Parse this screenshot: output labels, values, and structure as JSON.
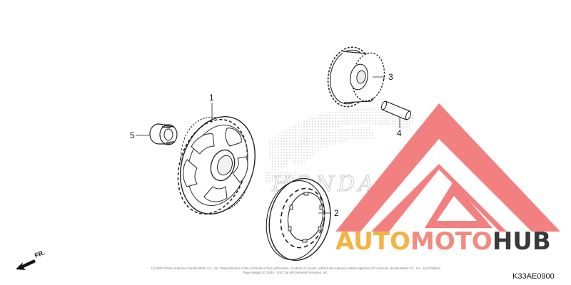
{
  "diagram": {
    "parts": [
      {
        "number": "1",
        "name": ""
      },
      {
        "number": "2",
        "name": ""
      },
      {
        "number": "3",
        "name": ""
      },
      {
        "number": "4",
        "name": ""
      },
      {
        "number": "5",
        "name": ""
      }
    ],
    "diagram_code": "K33AE0900",
    "front_indicator": "FR.",
    "copyright_line1": "(c) 2003-2019 American Honda Motor Co., Inc. Reproduction of the contents of this publication, in whole or in part, without the express written approval of American Honda Motor Co., Inc. is prohibited.",
    "copyright_line2": "Page design (c) 2004 - 2017 by ARI Network Services, Inc."
  },
  "watermark": {
    "part1": "AUTO",
    "part2": "MOTO",
    "part3": "HUB",
    "colors": {
      "auto": "#f5b342",
      "moto": "#f28a7e",
      "hub": "#3a3a3a",
      "logo": "#f26b6b"
    }
  },
  "background_logo": {
    "text": "HONDA"
  }
}
